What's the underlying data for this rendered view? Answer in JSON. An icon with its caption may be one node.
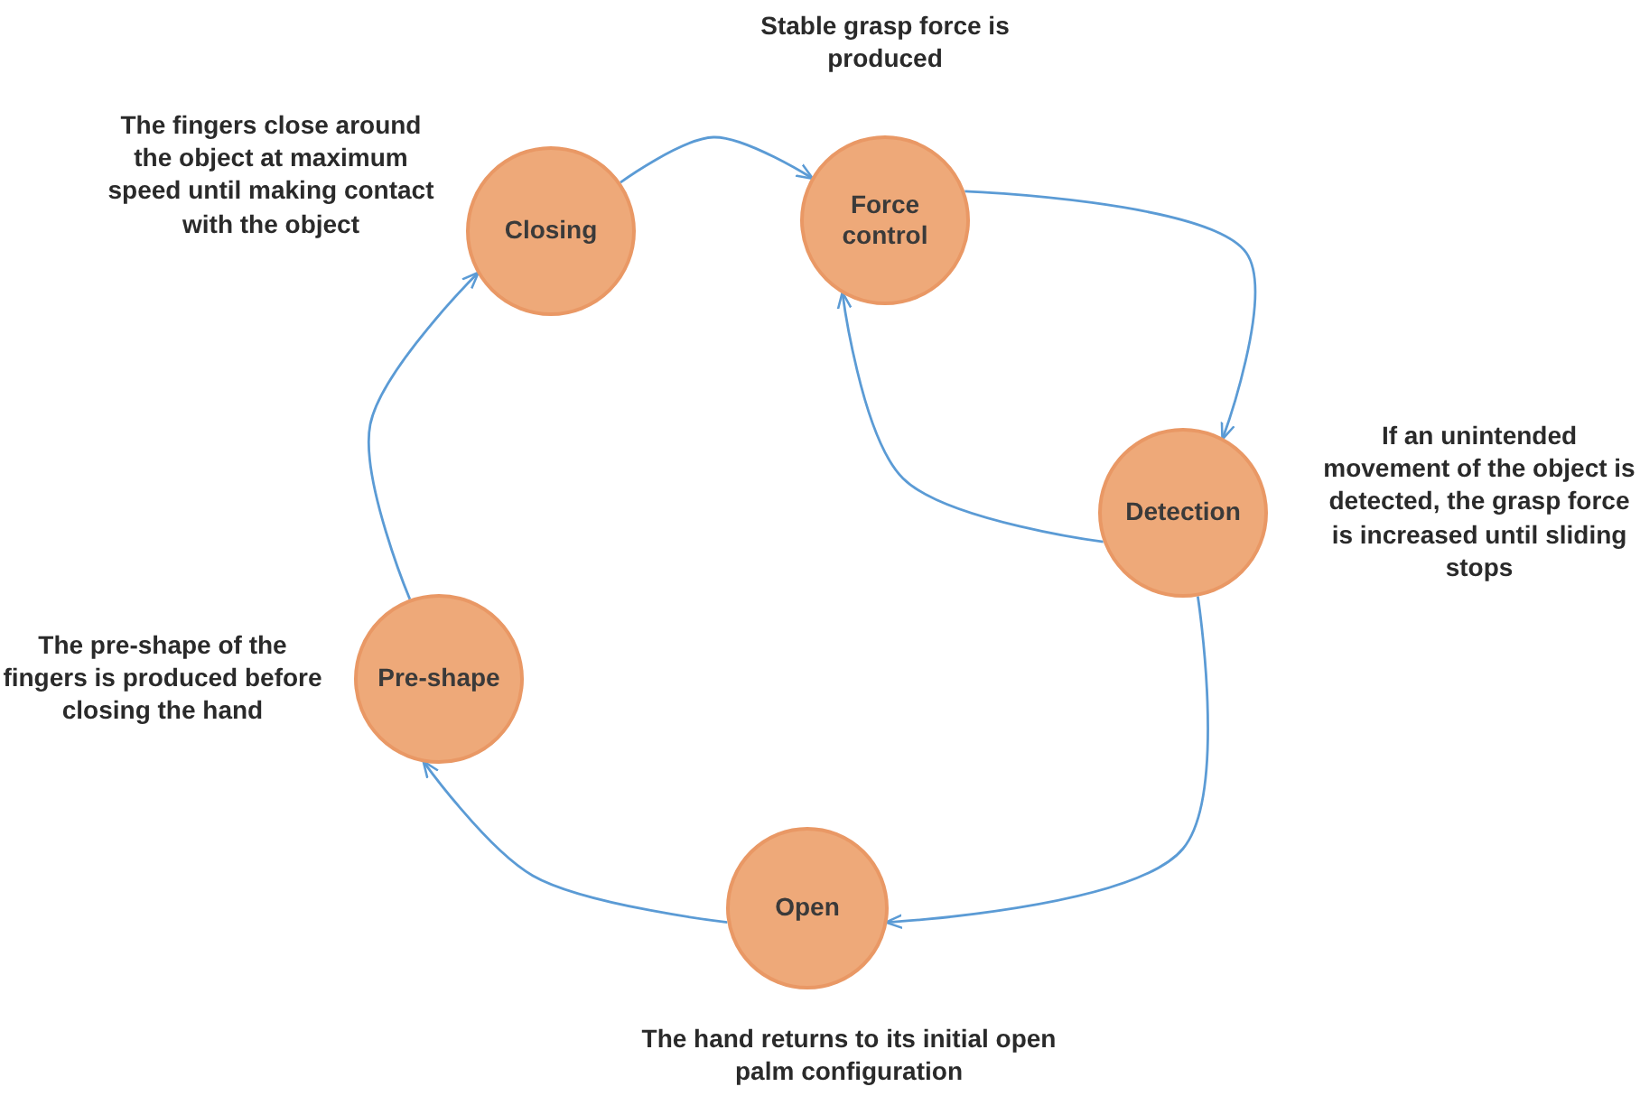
{
  "diagram": {
    "nodes": [
      {
        "text": [
          "Closing"
        ],
        "beside": [
          "The fingers close around the object at maximum speed until making contact with the object"
        ]
      },
      {
        "text": [
          "Force control"
        ],
        "beside": [
          "Stable grasp force is produced"
        ]
      },
      {
        "text": [
          "Detection"
        ],
        "beside": [
          "If an unintended movement of the object is detected, the grasp force is increased until sliding stops"
        ]
      },
      {
        "text": [
          "Open"
        ],
        "beside": [
          "The hand returns to its initial open palm configuration"
        ]
      },
      {
        "text": [
          "Pre-shape"
        ],
        "beside": [
          "The pre-shape of the fingers is produced before closing the hand"
        ]
      }
    ],
    "edges": [
      {
        "from": 0,
        "to": 1,
        "arrow": "to"
      },
      {
        "from": 1,
        "to": 2,
        "arrow": "to"
      },
      {
        "from": 2,
        "to": 1,
        "arrow": "to"
      },
      {
        "from": 2,
        "to": 3,
        "arrow": "to"
      },
      {
        "from": 3,
        "to": 4,
        "arrow": "to"
      },
      {
        "from": 4,
        "to": 0,
        "arrow": "to"
      }
    ]
  }
}
